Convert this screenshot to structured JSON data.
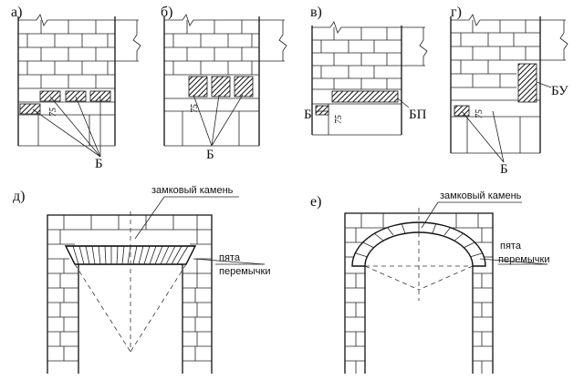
{
  "panels": [
    {
      "key": "a",
      "label": "а)"
    },
    {
      "key": "b",
      "label": "б)"
    },
    {
      "key": "v",
      "label": "в)"
    },
    {
      "key": "g",
      "label": "г)"
    },
    {
      "key": "d",
      "label": "д)"
    },
    {
      "key": "e",
      "label": "е)"
    }
  ],
  "callouts": {
    "B": "Б",
    "BP": "БП",
    "BU": "БУ",
    "dim75": "75",
    "keystone": "замковый камень",
    "heel_line1": "пята",
    "heel_line2": "перемычки"
  }
}
